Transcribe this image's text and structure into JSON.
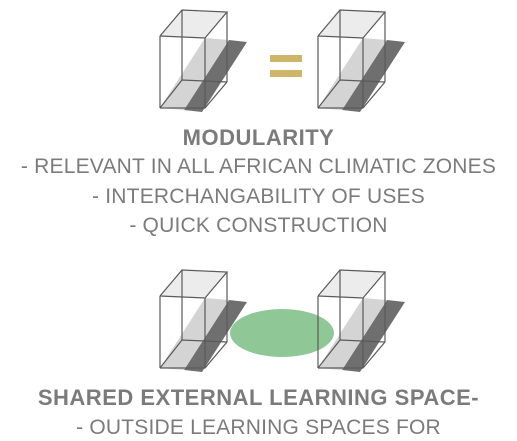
{
  "colors": {
    "box_outline": "#5a5a5a",
    "box_face": "#d9d9d9",
    "box_shadow": "#6f6f6f",
    "equals_sign": "#cdb56a",
    "shared_space": "#7dbd85",
    "text": "#7b7b7b"
  },
  "modularity": {
    "heading": "MODULARITY",
    "lines": [
      "- RELEVANT IN ALL AFRICAN CLIMATIC ZONES",
      "- INTERCHANGABILITY OF USES",
      "- QUICK CONSTRUCTION"
    ]
  },
  "shared_space": {
    "heading": "SHARED EXTERNAL LEARNING SPACE-",
    "lines": [
      "- OUTSIDE LEARNING SPACES FOR"
    ]
  }
}
